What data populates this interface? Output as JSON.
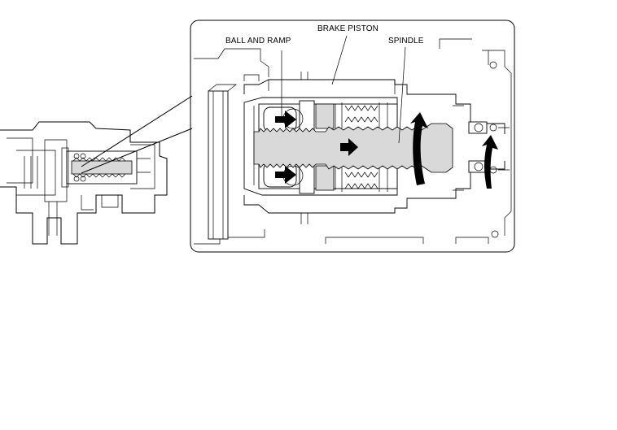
{
  "labels": {
    "ball_and_ramp": "BALL AND RAMP",
    "brake_piston": "BRAKE PISTON",
    "spindle": "SPINDLE"
  }
}
